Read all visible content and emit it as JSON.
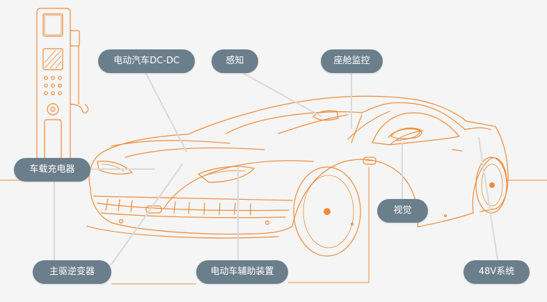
{
  "labels": {
    "dcdc": "电动汽车DC-DC",
    "perception": "感知",
    "cockpit": "座舱监控",
    "obc": "车载充电器",
    "vision": "视觉",
    "inverter": "主驱逆变器",
    "aux": "电动车辅助装置",
    "v48": "48V系统"
  },
  "colors": {
    "background": "#f4f5f4",
    "pill": "#6b7e8c",
    "pill_text": "#ffffff",
    "outline": "#ef8a3c",
    "leader": "#d9d9d9"
  },
  "icons": {
    "charger": "ev-charging-station-icon",
    "car": "sports-car-illustration"
  }
}
